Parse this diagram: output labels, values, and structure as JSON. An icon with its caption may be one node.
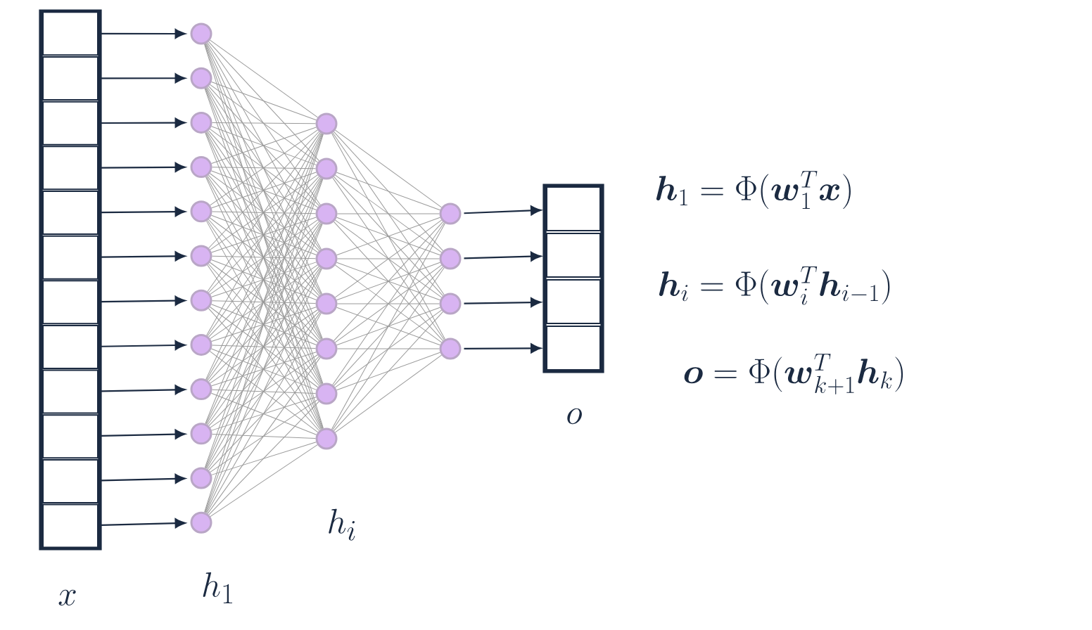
{
  "diagram": {
    "nodes": [
      {
        "text": [],
        "shape": "box"
      },
      {
        "text": [],
        "shape": "box"
      },
      {
        "text": [],
        "shape": "box"
      },
      {
        "text": [],
        "shape": "box"
      },
      {
        "text": [],
        "shape": "box"
      },
      {
        "text": [],
        "shape": "box"
      },
      {
        "text": [],
        "shape": "box"
      },
      {
        "text": [],
        "shape": "box"
      },
      {
        "text": [],
        "shape": "box"
      },
      {
        "text": [],
        "shape": "box"
      },
      {
        "text": [],
        "shape": "box"
      },
      {
        "text": [],
        "shape": "box"
      },
      {
        "text": [],
        "shape": "circle"
      },
      {
        "text": [],
        "shape": "circle"
      },
      {
        "text": [],
        "shape": "circle"
      },
      {
        "text": [],
        "shape": "circle"
      },
      {
        "text": [],
        "shape": "circle"
      },
      {
        "text": [],
        "shape": "circle"
      },
      {
        "text": [],
        "shape": "circle"
      },
      {
        "text": [],
        "shape": "circle"
      },
      {
        "text": [],
        "shape": "circle"
      },
      {
        "text": [],
        "shape": "circle"
      },
      {
        "text": [],
        "shape": "circle"
      },
      {
        "text": [],
        "shape": "circle"
      },
      {
        "text": [],
        "shape": "circle"
      },
      {
        "text": [],
        "shape": "circle"
      },
      {
        "text": [],
        "shape": "circle"
      },
      {
        "text": [],
        "shape": "circle"
      },
      {
        "text": [],
        "shape": "circle"
      },
      {
        "text": [],
        "shape": "circle"
      },
      {
        "text": [],
        "shape": "circle"
      },
      {
        "text": [],
        "shape": "circle"
      },
      {
        "text": [],
        "shape": "circle"
      },
      {
        "text": [],
        "shape": "circle"
      },
      {
        "text": [],
        "shape": "circle"
      },
      {
        "text": [],
        "shape": "circle"
      },
      {
        "text": [],
        "shape": "box"
      },
      {
        "text": [],
        "shape": "box"
      },
      {
        "text": [],
        "shape": "box"
      },
      {
        "text": [],
        "shape": "box"
      }
    ],
    "edges": [
      {
        "from": 0,
        "to": 12,
        "arrow": "to",
        "color": "#1b2a41"
      },
      {
        "from": 1,
        "to": 13,
        "arrow": "to",
        "color": "#1b2a41"
      },
      {
        "from": 2,
        "to": 14,
        "arrow": "to",
        "color": "#1b2a41"
      },
      {
        "from": 3,
        "to": 15,
        "arrow": "to",
        "color": "#1b2a41"
      },
      {
        "from": 4,
        "to": 16,
        "arrow": "to",
        "color": "#1b2a41"
      },
      {
        "from": 5,
        "to": 17,
        "arrow": "to",
        "color": "#1b2a41"
      },
      {
        "from": 6,
        "to": 18,
        "arrow": "to",
        "color": "#1b2a41"
      },
      {
        "from": 7,
        "to": 19,
        "arrow": "to",
        "color": "#1b2a41"
      },
      {
        "from": 8,
        "to": 20,
        "arrow": "to",
        "color": "#1b2a41"
      },
      {
        "from": 9,
        "to": 21,
        "arrow": "to",
        "color": "#1b2a41"
      },
      {
        "from": 10,
        "to": 22,
        "arrow": "to",
        "color": "#1b2a41"
      },
      {
        "from": 11,
        "to": 23,
        "arrow": "to",
        "color": "#1b2a41"
      },
      {
        "from": 12,
        "to": 24,
        "arrow": "none"
      },
      {
        "from": 12,
        "to": 25,
        "arrow": "none"
      },
      {
        "from": 12,
        "to": 26,
        "arrow": "none"
      },
      {
        "from": 12,
        "to": 27,
        "arrow": "none"
      },
      {
        "from": 12,
        "to": 28,
        "arrow": "none"
      },
      {
        "from": 12,
        "to": 29,
        "arrow": "none"
      },
      {
        "from": 12,
        "to": 30,
        "arrow": "none"
      },
      {
        "from": 12,
        "to": 31,
        "arrow": "none"
      },
      {
        "from": 13,
        "to": 24,
        "arrow": "none"
      },
      {
        "from": 13,
        "to": 25,
        "arrow": "none"
      },
      {
        "from": 13,
        "to": 26,
        "arrow": "none"
      },
      {
        "from": 13,
        "to": 27,
        "arrow": "none"
      },
      {
        "from": 13,
        "to": 28,
        "arrow": "none"
      },
      {
        "from": 13,
        "to": 29,
        "arrow": "none"
      },
      {
        "from": 13,
        "to": 30,
        "arrow": "none"
      },
      {
        "from": 13,
        "to": 31,
        "arrow": "none"
      },
      {
        "from": 14,
        "to": 24,
        "arrow": "none"
      },
      {
        "from": 14,
        "to": 25,
        "arrow": "none"
      },
      {
        "from": 14,
        "to": 26,
        "arrow": "none"
      },
      {
        "from": 14,
        "to": 27,
        "arrow": "none"
      },
      {
        "from": 14,
        "to": 28,
        "arrow": "none"
      },
      {
        "from": 14,
        "to": 29,
        "arrow": "none"
      },
      {
        "from": 14,
        "to": 30,
        "arrow": "none"
      },
      {
        "from": 14,
        "to": 31,
        "arrow": "none"
      },
      {
        "from": 15,
        "to": 24,
        "arrow": "none"
      },
      {
        "from": 15,
        "to": 25,
        "arrow": "none"
      },
      {
        "from": 15,
        "to": 26,
        "arrow": "none"
      },
      {
        "from": 15,
        "to": 27,
        "arrow": "none"
      },
      {
        "from": 15,
        "to": 28,
        "arrow": "none"
      },
      {
        "from": 15,
        "to": 29,
        "arrow": "none"
      },
      {
        "from": 15,
        "to": 30,
        "arrow": "none"
      },
      {
        "from": 15,
        "to": 31,
        "arrow": "none"
      },
      {
        "from": 16,
        "to": 24,
        "arrow": "none"
      },
      {
        "from": 16,
        "to": 25,
        "arrow": "none"
      },
      {
        "from": 16,
        "to": 26,
        "arrow": "none"
      },
      {
        "from": 16,
        "to": 27,
        "arrow": "none"
      },
      {
        "from": 16,
        "to": 28,
        "arrow": "none"
      },
      {
        "from": 16,
        "to": 29,
        "arrow": "none"
      },
      {
        "from": 16,
        "to": 30,
        "arrow": "none"
      },
      {
        "from": 16,
        "to": 31,
        "arrow": "none"
      },
      {
        "from": 17,
        "to": 24,
        "arrow": "none"
      },
      {
        "from": 17,
        "to": 25,
        "arrow": "none"
      },
      {
        "from": 17,
        "to": 26,
        "arrow": "none"
      },
      {
        "from": 17,
        "to": 27,
        "arrow": "none"
      },
      {
        "from": 17,
        "to": 28,
        "arrow": "none"
      },
      {
        "from": 17,
        "to": 29,
        "arrow": "none"
      },
      {
        "from": 17,
        "to": 30,
        "arrow": "none"
      },
      {
        "from": 17,
        "to": 31,
        "arrow": "none"
      },
      {
        "from": 18,
        "to": 24,
        "arrow": "none"
      },
      {
        "from": 18,
        "to": 25,
        "arrow": "none"
      },
      {
        "from": 18,
        "to": 26,
        "arrow": "none"
      },
      {
        "from": 18,
        "to": 27,
        "arrow": "none"
      },
      {
        "from": 18,
        "to": 28,
        "arrow": "none"
      },
      {
        "from": 18,
        "to": 29,
        "arrow": "none"
      },
      {
        "from": 18,
        "to": 30,
        "arrow": "none"
      },
      {
        "from": 18,
        "to": 31,
        "arrow": "none"
      },
      {
        "from": 19,
        "to": 24,
        "arrow": "none"
      },
      {
        "from": 19,
        "to": 25,
        "arrow": "none"
      },
      {
        "from": 19,
        "to": 26,
        "arrow": "none"
      },
      {
        "from": 19,
        "to": 27,
        "arrow": "none"
      },
      {
        "from": 19,
        "to": 28,
        "arrow": "none"
      },
      {
        "from": 19,
        "to": 29,
        "arrow": "none"
      },
      {
        "from": 19,
        "to": 30,
        "arrow": "none"
      },
      {
        "from": 19,
        "to": 31,
        "arrow": "none"
      },
      {
        "from": 20,
        "to": 24,
        "arrow": "none"
      },
      {
        "from": 20,
        "to": 25,
        "arrow": "none"
      },
      {
        "from": 20,
        "to": 26,
        "arrow": "none"
      },
      {
        "from": 20,
        "to": 27,
        "arrow": "none"
      },
      {
        "from": 20,
        "to": 28,
        "arrow": "none"
      },
      {
        "from": 20,
        "to": 29,
        "arrow": "none"
      },
      {
        "from": 20,
        "to": 30,
        "arrow": "none"
      },
      {
        "from": 20,
        "to": 31,
        "arrow": "none"
      },
      {
        "from": 21,
        "to": 24,
        "arrow": "none"
      },
      {
        "from": 21,
        "to": 25,
        "arrow": "none"
      },
      {
        "from": 21,
        "to": 26,
        "arrow": "none"
      },
      {
        "from": 21,
        "to": 27,
        "arrow": "none"
      },
      {
        "from": 21,
        "to": 28,
        "arrow": "none"
      },
      {
        "from": 21,
        "to": 29,
        "arrow": "none"
      },
      {
        "from": 21,
        "to": 30,
        "arrow": "none"
      },
      {
        "from": 21,
        "to": 31,
        "arrow": "none"
      },
      {
        "from": 22,
        "to": 24,
        "arrow": "none"
      },
      {
        "from": 22,
        "to": 25,
        "arrow": "none"
      },
      {
        "from": 22,
        "to": 26,
        "arrow": "none"
      },
      {
        "from": 22,
        "to": 27,
        "arrow": "none"
      },
      {
        "from": 22,
        "to": 28,
        "arrow": "none"
      },
      {
        "from": 22,
        "to": 29,
        "arrow": "none"
      },
      {
        "from": 22,
        "to": 30,
        "arrow": "none"
      },
      {
        "from": 22,
        "to": 31,
        "arrow": "none"
      },
      {
        "from": 23,
        "to": 24,
        "arrow": "none"
      },
      {
        "from": 23,
        "to": 25,
        "arrow": "none"
      },
      {
        "from": 23,
        "to": 26,
        "arrow": "none"
      },
      {
        "from": 23,
        "to": 27,
        "arrow": "none"
      },
      {
        "from": 23,
        "to": 28,
        "arrow": "none"
      },
      {
        "from": 23,
        "to": 29,
        "arrow": "none"
      },
      {
        "from": 23,
        "to": 30,
        "arrow": "none"
      },
      {
        "from": 23,
        "to": 31,
        "arrow": "none"
      },
      {
        "from": 24,
        "to": 32,
        "arrow": "none"
      },
      {
        "from": 24,
        "to": 33,
        "arrow": "none"
      },
      {
        "from": 24,
        "to": 34,
        "arrow": "none"
      },
      {
        "from": 24,
        "to": 35,
        "arrow": "none"
      },
      {
        "from": 25,
        "to": 32,
        "arrow": "none"
      },
      {
        "from": 25,
        "to": 33,
        "arrow": "none"
      },
      {
        "from": 25,
        "to": 34,
        "arrow": "none"
      },
      {
        "from": 25,
        "to": 35,
        "arrow": "none"
      },
      {
        "from": 26,
        "to": 32,
        "arrow": "none"
      },
      {
        "from": 26,
        "to": 33,
        "arrow": "none"
      },
      {
        "from": 26,
        "to": 34,
        "arrow": "none"
      },
      {
        "from": 26,
        "to": 35,
        "arrow": "none"
      },
      {
        "from": 27,
        "to": 32,
        "arrow": "none"
      },
      {
        "from": 27,
        "to": 33,
        "arrow": "none"
      },
      {
        "from": 27,
        "to": 34,
        "arrow": "none"
      },
      {
        "from": 27,
        "to": 35,
        "arrow": "none"
      },
      {
        "from": 28,
        "to": 32,
        "arrow": "none"
      },
      {
        "from": 28,
        "to": 33,
        "arrow": "none"
      },
      {
        "from": 28,
        "to": 34,
        "arrow": "none"
      },
      {
        "from": 28,
        "to": 35,
        "arrow": "none"
      },
      {
        "from": 29,
        "to": 32,
        "arrow": "none"
      },
      {
        "from": 29,
        "to": 33,
        "arrow": "none"
      },
      {
        "from": 29,
        "to": 34,
        "arrow": "none"
      },
      {
        "from": 29,
        "to": 35,
        "arrow": "none"
      },
      {
        "from": 30,
        "to": 32,
        "arrow": "none"
      },
      {
        "from": 30,
        "to": 33,
        "arrow": "none"
      },
      {
        "from": 30,
        "to": 34,
        "arrow": "none"
      },
      {
        "from": 30,
        "to": 35,
        "arrow": "none"
      },
      {
        "from": 31,
        "to": 32,
        "arrow": "none"
      },
      {
        "from": 31,
        "to": 33,
        "arrow": "none"
      },
      {
        "from": 31,
        "to": 34,
        "arrow": "none"
      },
      {
        "from": 31,
        "to": 35,
        "arrow": "none"
      },
      {
        "from": 32,
        "to": 36,
        "arrow": "to",
        "color": "#1b2a41"
      },
      {
        "from": 33,
        "to": 37,
        "arrow": "to",
        "color": "#1b2a41"
      },
      {
        "from": 34,
        "to": 38,
        "arrow": "to",
        "color": "#1b2a41"
      },
      {
        "from": 35,
        "to": 39,
        "arrow": "to",
        "color": "#1b2a41"
      }
    ],
    "labels": [
      "x",
      "h_1",
      "h_i",
      "o",
      "\\boldsymbol{h}_1 = \\Phi(\\boldsymbol{w}_1^T \\boldsymbol{x})",
      "\\boldsymbol{h}_i = \\Phi(\\boldsymbol{w}_i^T \\boldsymbol{h}_{i-1})",
      "\\boldsymbol{o} = \\Phi(\\boldsymbol{w}_{k+1}^T \\boldsymbol{h}_k)"
    ]
  }
}
